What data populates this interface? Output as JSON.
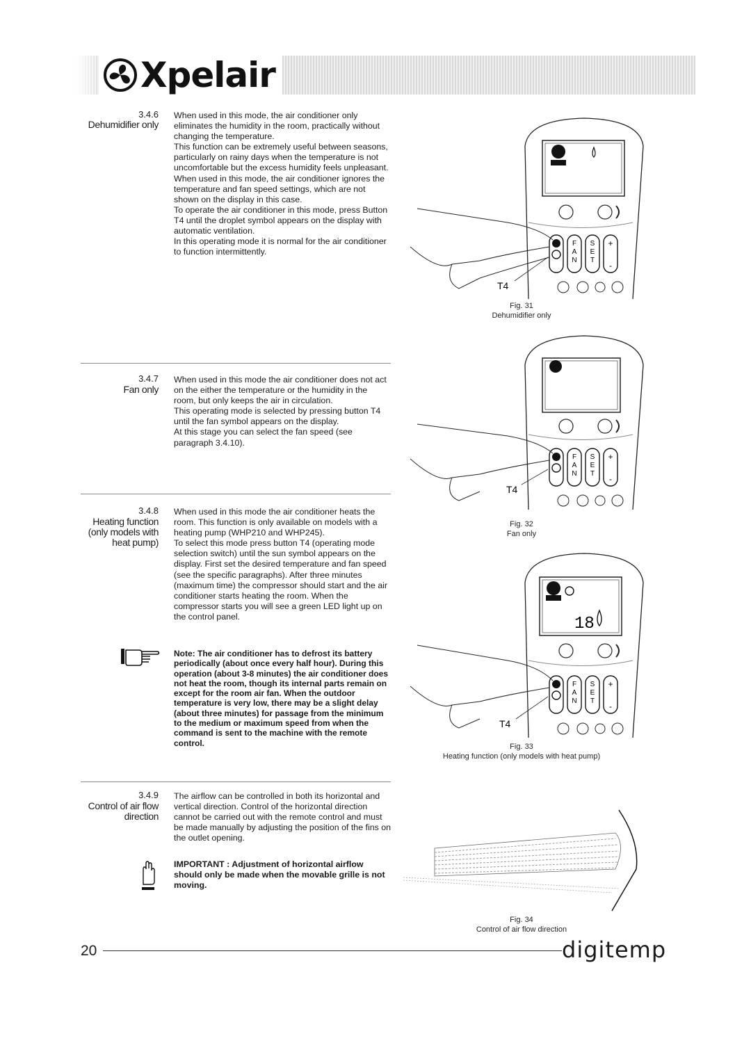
{
  "header": {
    "brand": "Xpelair"
  },
  "sections": [
    {
      "number": "3.4.6",
      "title": "Dehumidifier only",
      "paragraphs": [
        "When used in this mode, the air conditioner only eliminates the humidity in the room, practically without changing the temperature.",
        "This function can be extremely useful between seasons, particularly on rainy days when the temperature is not uncomfortable but the excess humidity feels unpleasant.",
        "When used in this mode, the air conditioner ignores the temperature and fan speed settings, which are not shown on the display in this case.",
        "To operate the air conditioner in this mode, press Button T4 until the droplet symbol appears on the display with automatic ventilation.",
        "In this operating mode it is normal for the air conditioner to function intermittently."
      ]
    },
    {
      "number": "3.4.7",
      "title": "Fan only",
      "paragraphs": [
        "When used in this mode the air conditioner does not act on the either the temperature or the humidity in the room, but only keeps the air in circulation.",
        "This operating mode is selected by pressing button T4 until the fan symbol appears on the display.",
        "At this stage you can select the fan speed (see paragraph 3.4.10)."
      ]
    },
    {
      "number": "3.4.8",
      "title_lines": [
        "Heating function",
        "(only models with",
        "heat pump)"
      ],
      "paragraphs": [
        "When used in this mode the air conditioner heats the room. This function is only available on models with a heating pump (WHP210 and WHP245).",
        "To select this mode press button T4 (operating mode selection switch) until the sun symbol appears on the display. First set the desired temperature and fan speed (see the specific paragraphs). After three minutes (maximum time) the compressor should start and the air conditioner starts heating the room. When the compressor starts you will see a green LED light up on the control panel."
      ],
      "note": "Note: The air conditioner has to defrost its battery periodically (about once every half hour). During this operation (about 3-8 minutes) the air conditioner does not heat the room, though its internal parts remain on except for the room air fan. When the outdoor temperature is very low, there may be a slight delay (about three minutes) for passage from the minimum to the medium or maximum speed from when the command is sent to the machine with the remote control."
    },
    {
      "number": "3.4.9",
      "title_lines": [
        "Control of air flow",
        "direction"
      ],
      "paragraphs": [
        "The airflow can be controlled in both its horizontal and vertical direction. Control of the horizontal direction cannot be carried out with the remote control and must be made manually by adjusting the position of the fins on the outlet opening."
      ],
      "important": "IMPORTANT : Adjustment of horizontal airflow should only be made when the movable grille is not moving."
    }
  ],
  "figures": [
    {
      "number": "Fig. 31",
      "caption": "Dehumidifier only",
      "button": "T4",
      "display_icons": [
        "fan-auto-icon",
        "droplet-icon"
      ]
    },
    {
      "number": "Fig. 32",
      "caption": "Fan only",
      "button": "T4",
      "display_icons": [
        "fan-icon"
      ]
    },
    {
      "number": "Fig. 33",
      "caption": "Heating function (only models with heat pump)",
      "button": "T4",
      "display_icons": [
        "fan-auto-icon",
        "sun-icon",
        "droplet-icon"
      ],
      "display_value": "18"
    },
    {
      "number": "Fig. 34",
      "caption": "Control of air flow direction"
    }
  ],
  "remote_labels": {
    "fan_letters": [
      "F",
      "A",
      "N"
    ],
    "set_letters": [
      "S",
      "E",
      "T"
    ],
    "plus": "+",
    "minus": "-"
  },
  "footer": {
    "page_number": "20",
    "brand": "digitemp"
  }
}
